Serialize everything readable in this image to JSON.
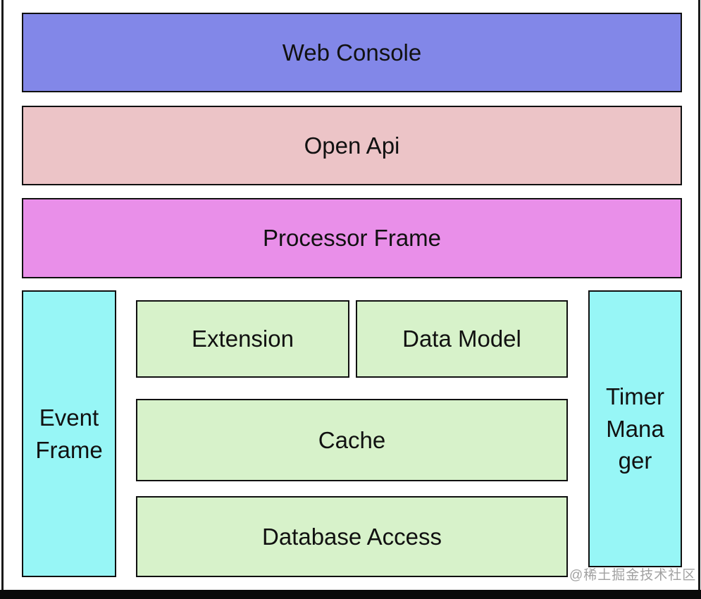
{
  "diagram": {
    "boxes": {
      "web_console": {
        "label": "Web Console",
        "fill": "#8287e8"
      },
      "open_api": {
        "label": "Open Api",
        "fill": "#ecc4c7"
      },
      "processor_frame": {
        "label": "Processor Frame",
        "fill": "#e98fe9"
      },
      "event_frame": {
        "label": "Event Frame",
        "lines": [
          "Event",
          "Frame"
        ],
        "fill": "#97f6f6"
      },
      "extension": {
        "label": "Extension",
        "fill": "#d7f2ca"
      },
      "data_model": {
        "label": "Data Model",
        "fill": "#d7f2ca"
      },
      "cache": {
        "label": "Cache",
        "fill": "#d7f2ca"
      },
      "database_access": {
        "label": "Database Access",
        "fill": "#d7f2ca"
      },
      "timer_manager": {
        "label": "Timer Manager",
        "lines": [
          "Timer",
          "Mana",
          "ger"
        ],
        "fill": "#97f6f6"
      }
    },
    "colors": {
      "box_border": "#101010",
      "label_text": "#111111",
      "outer_frame": "#0a0a0a",
      "watermark_gray": "#828282"
    },
    "watermark": {
      "text": "@稀土掘金技术社区"
    }
  }
}
